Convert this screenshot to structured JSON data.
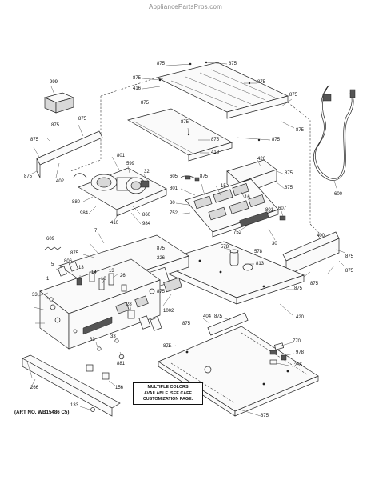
{
  "watermark": "AppliancePartsPros.com",
  "callouts": {
    "c875_top_left": "875",
    "c875_top_right": "875",
    "c875_r1": "875",
    "c416": "416",
    "c875_r2": "875",
    "c875_r3": "875",
    "c875_r4": "875",
    "c875_r5": "875",
    "c875_mid": "875",
    "c418": "418",
    "c999": "999",
    "c875_lp1": "875",
    "c875_lp2": "875",
    "c875_lp3": "875",
    "c402": "402",
    "c801_fan": "801",
    "c599": "599",
    "c32": "32",
    "c880": "880",
    "c984_a": "984",
    "c860": "860",
    "c984_b": "984",
    "c410": "410",
    "c605": "605",
    "c875_605": "875",
    "c426": "426",
    "c875_426a": "875",
    "c875_426b": "875",
    "c801_board": "801",
    "c15": "15",
    "c16": "16",
    "c30_a": "30",
    "c752_a": "752",
    "c801_b": "801",
    "c607": "607",
    "c752_b": "752",
    "c30_b": "30",
    "c600": "600",
    "c609": "609",
    "c7": "7",
    "c875_cp1": "875",
    "c875_cp2": "875",
    "c226": "226",
    "c578_a": "578",
    "c578_b": "578",
    "c813": "813",
    "c400": "400",
    "c875_r6": "875",
    "c875_r7": "875",
    "c875_r8": "875",
    "c875_r9": "875",
    "c5": "5",
    "c806": "806",
    "c13_a": "13",
    "c1": "1",
    "c14": "14",
    "c10": "10",
    "c13_b": "13",
    "c26": "26",
    "c875_ccp": "875",
    "c1002": "1002",
    "c33_a": "33",
    "c28": "28",
    "c875_sw": "875",
    "c875_sw2": "875",
    "c420": "420",
    "c875_tray": "875",
    "c404": "404",
    "c875_tray2": "875",
    "c33_b": "33",
    "c33_c": "33",
    "c881": "881",
    "c875_b1": "875",
    "c770": "770",
    "c978": "978",
    "c255": "255",
    "c266": "266",
    "c156": "156",
    "c133": "133",
    "c875_bottom": "875"
  },
  "warning_box": {
    "line1": "MULTIPLE COLORS",
    "line2": "AVAILABLE. SEE CAFE",
    "line3": "CUSTOMIZATION PAGE."
  },
  "art_number": "(ART NO. WB15486 C5)"
}
